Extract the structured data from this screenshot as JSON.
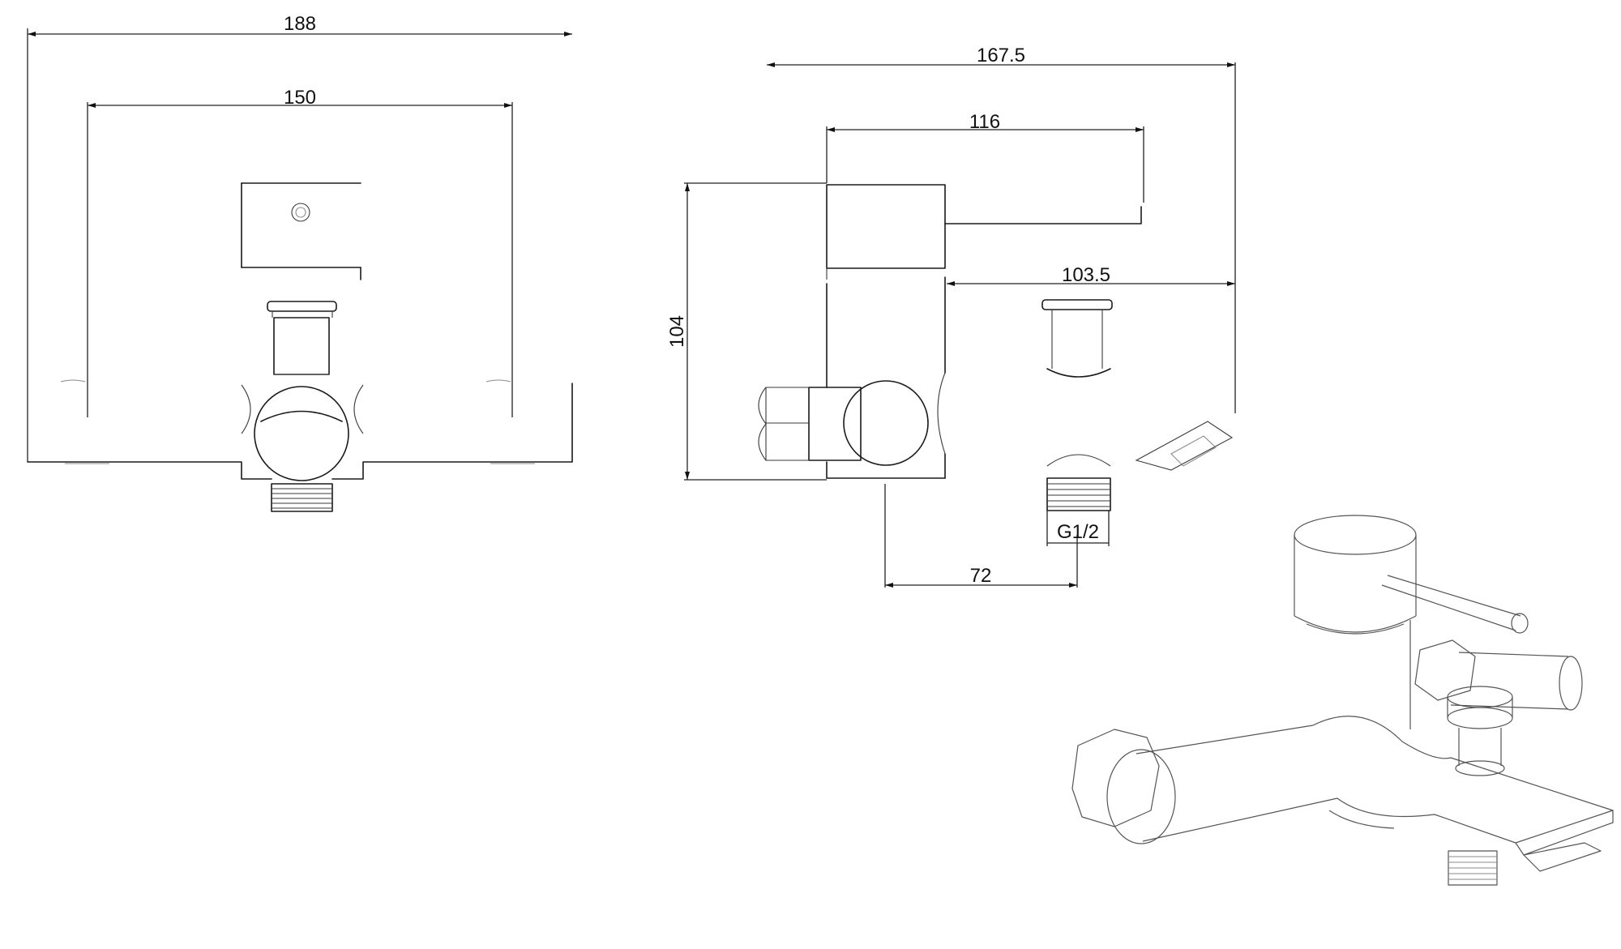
{
  "dimensions": {
    "front_overall_width": "188",
    "front_center_distance": "150",
    "side_total_depth": "167.5",
    "side_lever_length": "116",
    "side_spout_reach": "103.5",
    "side_height": "104",
    "side_outlet_offset": "72",
    "side_outlet_thread": "G1/2"
  },
  "colors": {
    "line": "#1a1a1a",
    "background": "#ffffff"
  }
}
